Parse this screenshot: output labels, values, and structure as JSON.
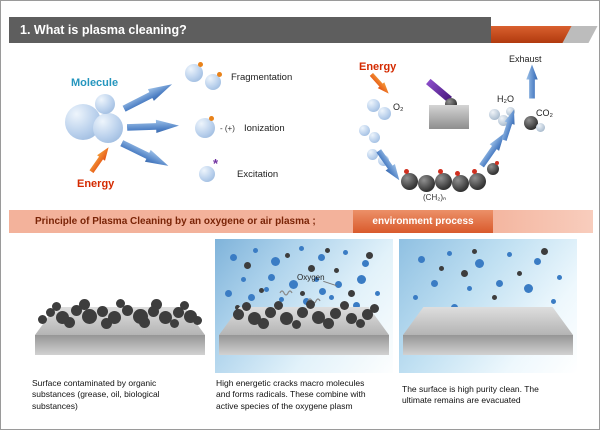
{
  "header": {
    "title": "1. What is plasma cleaning?"
  },
  "left_diagram": {
    "molecule_label": "Molecule",
    "energy_label": "Energy",
    "results": [
      {
        "label": "Fragmentation"
      },
      {
        "symbol": "- (+)",
        "label": "Ionization"
      },
      {
        "symbol": "*",
        "label": "Excitation"
      }
    ]
  },
  "right_diagram": {
    "energy_label": "Energy",
    "exhaust_label": "Exhaust",
    "o2_label": "O₂",
    "h2o_label": "H₂O",
    "co2_label": "CO₂",
    "polymer_label": "(CH₂)ₙ"
  },
  "banner": {
    "text": "Principle of Plasma Cleaning by an oxygene or air plasma ;",
    "highlight": "environment process"
  },
  "panels": [
    {
      "caption": "Surface contaminated by organic substances (grease, oil, biological substances)"
    },
    {
      "oxygen_label": "Oxygen",
      "caption": "High energetic cracks macro molecules and forms radicals. These combine with active species of the oxygene plasm"
    },
    {
      "caption": "The surface is high purity clean. The ultimate remains are evacuated"
    }
  ],
  "colors": {
    "header_gray": "#5e5e5e",
    "accent_red": "#c8441c",
    "banner_bg": "#f3b29b",
    "banner_highlight": "#d95a2c",
    "molecule_blue": "#aac7e8",
    "arrow_blue": "#4d7fc4",
    "energy_red": "#d42a00",
    "panel_sky_blue": "#8fbedd"
  }
}
